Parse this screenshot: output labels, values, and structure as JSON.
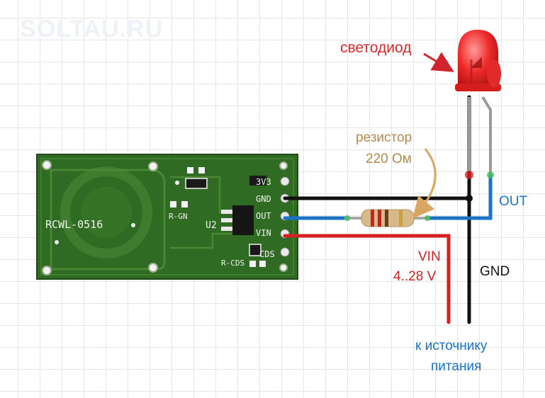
{
  "watermark": "SOLTAU.RU",
  "labels": {
    "led": "светодиод",
    "resistor_name": "резистор",
    "resistor_value": "220 Ом",
    "out": "OUT",
    "vin": "VIN",
    "vin_range": "4..28 V",
    "gnd": "GND",
    "power_line1": "к источнику",
    "power_line2": "питания"
  },
  "board": {
    "model": "RCWL-0516",
    "chip": "U2",
    "pins": [
      "3V3",
      "GND",
      "OUT",
      "VIN",
      "CDS"
    ],
    "pad_r_gn": "R-GN",
    "pad_r_cds": "R-CDS"
  },
  "colors": {
    "board": "#2f6b22",
    "gnd_wire": "#111111",
    "out_wire": "#1a73c9",
    "vin_wire": "#d42121",
    "led": "#ee2a2a",
    "resistor_body": "#d7b98a",
    "resistor_arrow": "#d9a65f",
    "led_arrow": "#d0242f"
  }
}
